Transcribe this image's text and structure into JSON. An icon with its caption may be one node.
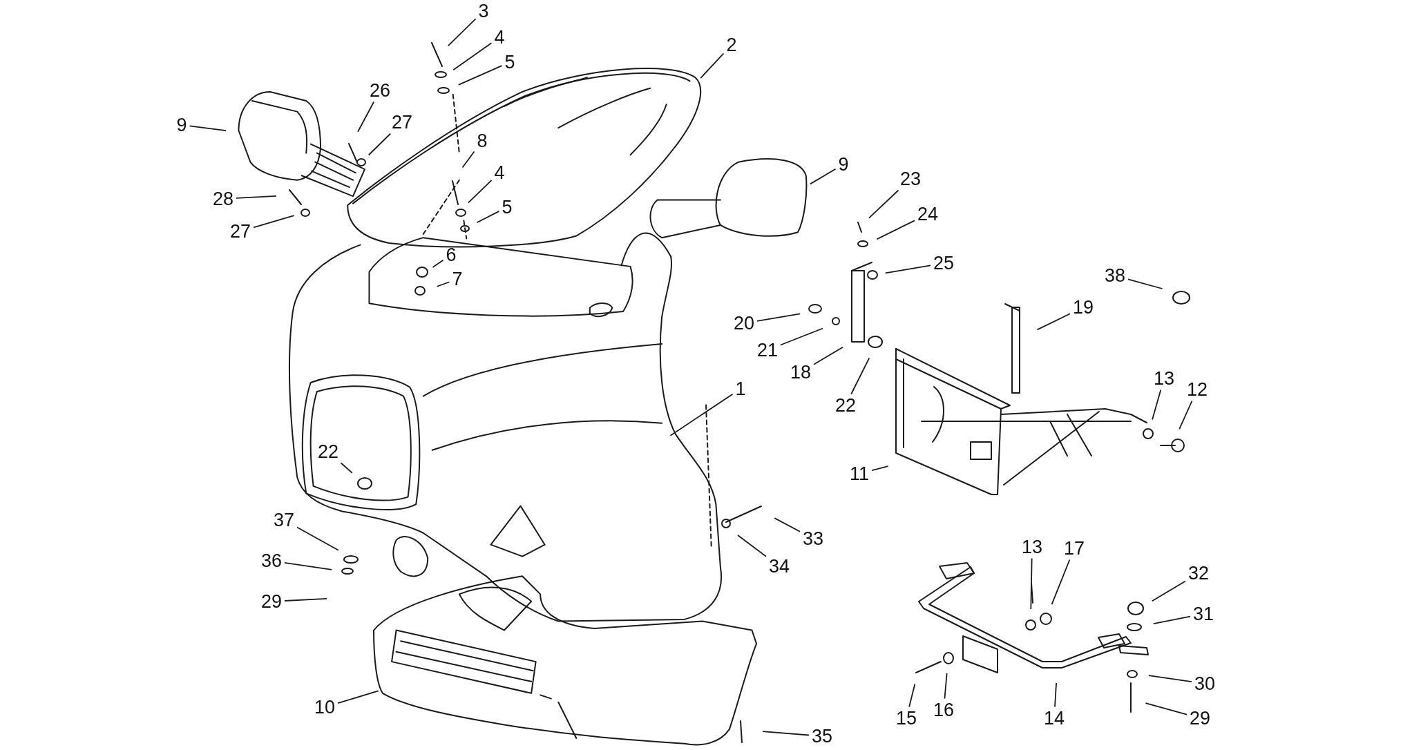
{
  "diagram": {
    "nodes": [
      {
        "text": [
          "3"
        ]
      },
      {
        "text": [
          "2"
        ]
      },
      {
        "text": [
          "4"
        ]
      },
      {
        "text": [
          "5"
        ]
      },
      {
        "text": [
          "26"
        ]
      },
      {
        "text": [
          "27"
        ]
      },
      {
        "text": [
          "9"
        ]
      },
      {
        "text": [
          "8"
        ]
      },
      {
        "text": [
          "9"
        ]
      },
      {
        "text": [
          "23"
        ]
      },
      {
        "text": [
          "4"
        ]
      },
      {
        "text": [
          "28"
        ]
      },
      {
        "text": [
          "24"
        ]
      },
      {
        "text": [
          "5"
        ]
      },
      {
        "text": [
          "27"
        ]
      },
      {
        "text": [
          "6"
        ]
      },
      {
        "text": [
          "25"
        ]
      },
      {
        "text": [
          "38"
        ]
      },
      {
        "text": [
          "7"
        ]
      },
      {
        "text": [
          "19"
        ]
      },
      {
        "text": [
          "20"
        ]
      },
      {
        "text": [
          "21"
        ]
      },
      {
        "text": [
          "18"
        ]
      },
      {
        "text": [
          "1"
        ]
      },
      {
        "text": [
          "13"
        ]
      },
      {
        "text": [
          "12"
        ]
      },
      {
        "text": [
          "22"
        ]
      },
      {
        "text": [
          "22"
        ]
      },
      {
        "text": [
          "11"
        ]
      },
      {
        "text": [
          "37"
        ]
      },
      {
        "text": [
          "33"
        ]
      },
      {
        "text": [
          "13"
        ]
      },
      {
        "text": [
          "17"
        ]
      },
      {
        "text": [
          "36"
        ]
      },
      {
        "text": [
          "34"
        ]
      },
      {
        "text": [
          "32"
        ]
      },
      {
        "text": [
          "29"
        ]
      },
      {
        "text": [
          "31"
        ]
      },
      {
        "text": [
          "30"
        ]
      },
      {
        "text": [
          "10"
        ]
      },
      {
        "text": [
          "15"
        ]
      },
      {
        "text": [
          "16"
        ]
      },
      {
        "text": [
          "14"
        ]
      },
      {
        "text": [
          "29"
        ]
      },
      {
        "text": [
          "35"
        ]
      }
    ],
    "edges": [
      {
        "from": 0,
        "to": null,
        "arrow": "none"
      },
      {
        "from": 1,
        "to": null,
        "arrow": "none"
      },
      {
        "from": 2,
        "to": null,
        "arrow": "none"
      },
      {
        "from": 3,
        "to": null,
        "arrow": "none"
      },
      {
        "from": 4,
        "to": null,
        "arrow": "none"
      },
      {
        "from": 5,
        "to": null,
        "arrow": "none"
      },
      {
        "from": 6,
        "to": null,
        "arrow": "none"
      },
      {
        "from": 7,
        "to": null,
        "arrow": "none"
      },
      {
        "from": 8,
        "to": null,
        "arrow": "none"
      },
      {
        "from": 9,
        "to": null,
        "arrow": "none"
      },
      {
        "from": 10,
        "to": null,
        "arrow": "none"
      },
      {
        "from": 11,
        "to": null,
        "arrow": "none"
      },
      {
        "from": 12,
        "to": null,
        "arrow": "none"
      },
      {
        "from": 13,
        "to": null,
        "arrow": "none"
      },
      {
        "from": 14,
        "to": null,
        "arrow": "none"
      },
      {
        "from": 15,
        "to": null,
        "arrow": "none"
      },
      {
        "from": 16,
        "to": null,
        "arrow": "none"
      },
      {
        "from": 17,
        "to": null,
        "arrow": "none"
      },
      {
        "from": 18,
        "to": null,
        "arrow": "none"
      },
      {
        "from": 19,
        "to": null,
        "arrow": "none"
      },
      {
        "from": 20,
        "to": null,
        "arrow": "none"
      },
      {
        "from": 21,
        "to": null,
        "arrow": "none"
      },
      {
        "from": 22,
        "to": null,
        "arrow": "none"
      },
      {
        "from": 23,
        "to": null,
        "arrow": "none"
      },
      {
        "from": 24,
        "to": null,
        "arrow": "none"
      },
      {
        "from": 25,
        "to": null,
        "arrow": "none"
      },
      {
        "from": 26,
        "to": null,
        "arrow": "none"
      },
      {
        "from": 27,
        "to": null,
        "arrow": "none"
      },
      {
        "from": 28,
        "to": null,
        "arrow": "none"
      },
      {
        "from": 29,
        "to": null,
        "arrow": "none"
      },
      {
        "from": 30,
        "to": null,
        "arrow": "none"
      },
      {
        "from": 31,
        "to": null,
        "arrow": "none"
      },
      {
        "from": 32,
        "to": null,
        "arrow": "none"
      },
      {
        "from": 33,
        "to": null,
        "arrow": "none"
      },
      {
        "from": 34,
        "to": null,
        "arrow": "none"
      },
      {
        "from": 35,
        "to": null,
        "arrow": "none"
      },
      {
        "from": 36,
        "to": null,
        "arrow": "none"
      },
      {
        "from": 37,
        "to": null,
        "arrow": "none"
      },
      {
        "from": 38,
        "to": null,
        "arrow": "none"
      },
      {
        "from": 39,
        "to": null,
        "arrow": "none"
      },
      {
        "from": 40,
        "to": null,
        "arrow": "none"
      },
      {
        "from": 41,
        "to": null,
        "arrow": "none"
      },
      {
        "from": 42,
        "to": null,
        "arrow": "none"
      },
      {
        "from": 43,
        "to": null,
        "arrow": "none"
      },
      {
        "from": 44,
        "to": null,
        "arrow": "none"
      }
    ]
  }
}
